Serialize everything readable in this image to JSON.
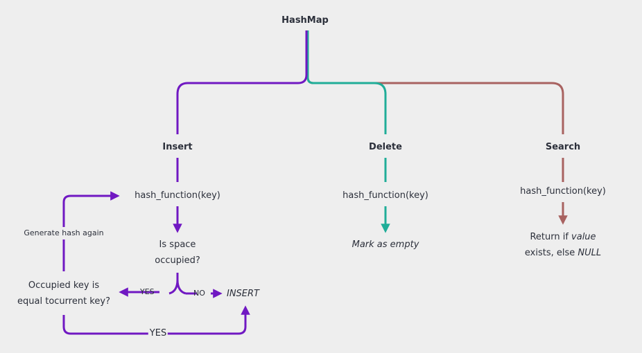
{
  "root": {
    "label": "HashMap"
  },
  "colors": {
    "background": "#eeeeee",
    "insert": "#7018c2",
    "delete": "#20ad98",
    "search": "#a86260",
    "text": "#2b2f3a"
  },
  "insert": {
    "title": "Insert",
    "hash": "hash_function(key)",
    "is_space_line1": "Is space",
    "is_space_line2": "occupied?",
    "yes": "YES",
    "no": "NO",
    "insert_action": "INSERT",
    "occupied_line1": "Occupied key is",
    "occupied_line2": "equal tocurrent key?",
    "generate_again": "Generate hash again",
    "bottom_yes": "YES"
  },
  "delete": {
    "title": "Delete",
    "hash": "hash_function(key)",
    "action": "Mark as empty"
  },
  "search": {
    "title": "Search",
    "hash": "hash_function(key)",
    "result_prefix": "Return if ",
    "result_value": "value",
    "result_mid": "exists, else ",
    "result_null": "NULL"
  }
}
